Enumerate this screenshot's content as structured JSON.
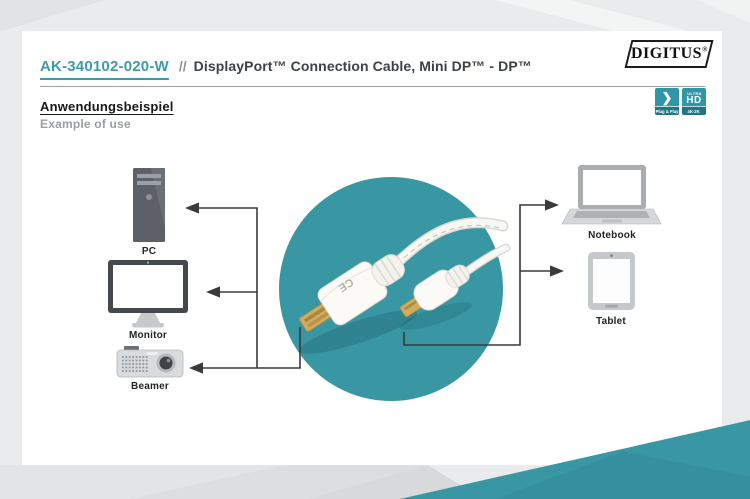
{
  "header": {
    "sku": "AK-340102-020-W",
    "separator": "//",
    "title": "DisplayPort™ Connection Cable, Mini DP™ - DP™"
  },
  "brand": {
    "name": "DIGITUS",
    "registered": "®"
  },
  "section": {
    "heading": "Anwendungsbeispiel",
    "subheading": "Example of use"
  },
  "badges": {
    "plug_play": {
      "glyph": "❯",
      "label": "Plug & Play"
    },
    "ultra_hd": {
      "top": "ULTRA",
      "main": "HD",
      "label": "4K·2K"
    }
  },
  "diagram": {
    "devices": [
      {
        "id": "pc",
        "label": "PC"
      },
      {
        "id": "monitor",
        "label": "Monitor"
      },
      {
        "id": "beamer",
        "label": "Beamer"
      },
      {
        "id": "notebook",
        "label": "Notebook"
      },
      {
        "id": "tablet",
        "label": "Tablet"
      }
    ],
    "cable_marking": "CE"
  },
  "colors": {
    "accent_teal": "#3997a4",
    "sku_teal": "#3b9dab",
    "line_color": "#3a3a3a"
  }
}
